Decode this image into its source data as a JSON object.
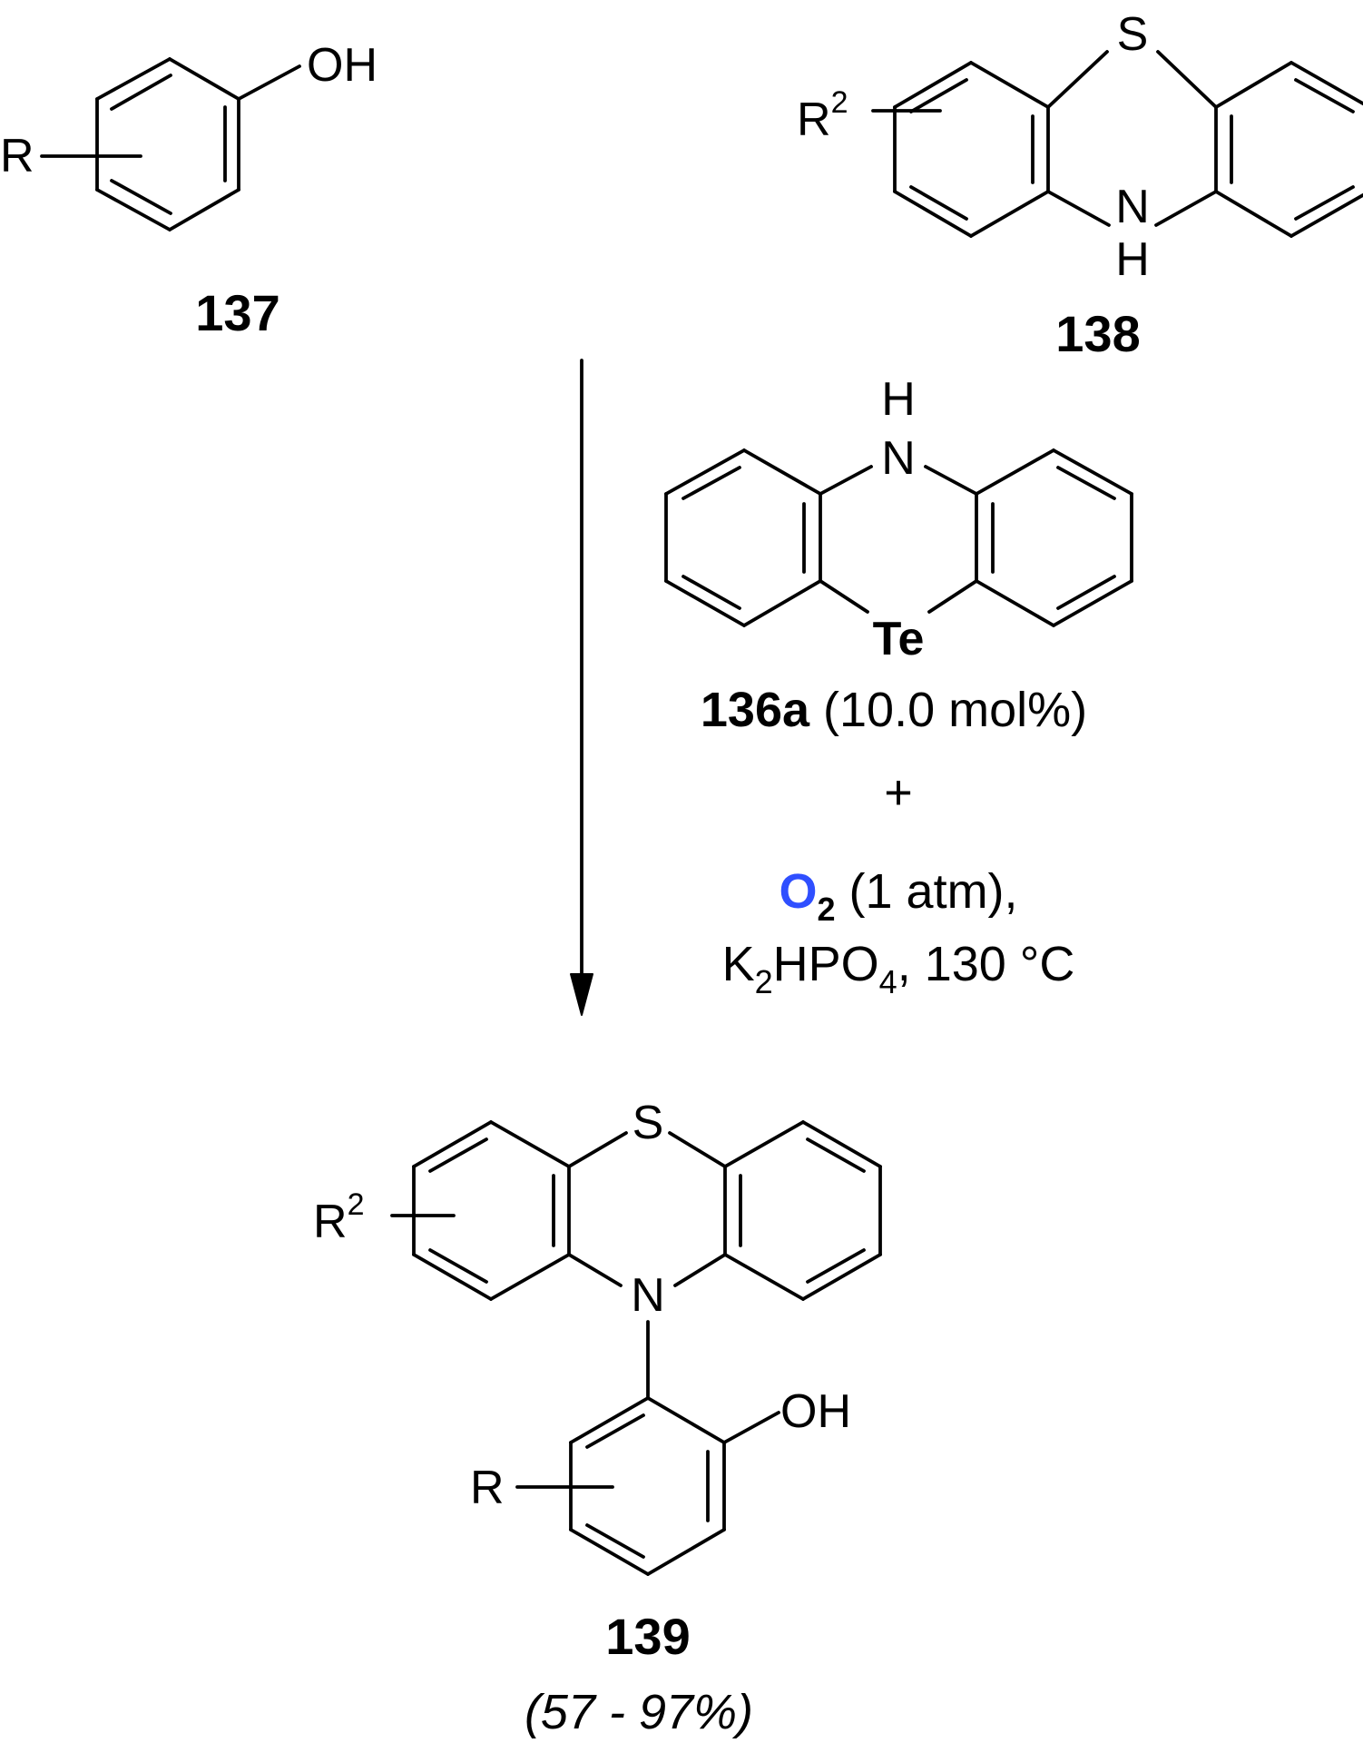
{
  "colors": {
    "tellurium": "#ff1a1a",
    "oxygen": "#2f4fff",
    "yield": "#e02020",
    "bonds": "#000000"
  },
  "atoms": {
    "hydroxyl": "OH",
    "r": "R",
    "r2_base": "R",
    "r2_sup": "2",
    "sulfur": "S",
    "nitrogen": "N",
    "hydrogen": "H",
    "tellurium": "Te"
  },
  "compounds": {
    "phenol": "137",
    "phenothiazine": "138",
    "catalyst": "136a",
    "product": "139"
  },
  "conditions": {
    "catalyst_loading": "(10.0 mol%)",
    "plus": "+",
    "oxidant": "O",
    "oxidant_sub": "2",
    "oxidant_pressure": "(1 atm),",
    "base_k": "K",
    "base_sub1": "2",
    "base_mid": "HPO",
    "base_sub2": "4",
    "temperature": ", 130 °C"
  },
  "yield": "(57 - 97%)"
}
